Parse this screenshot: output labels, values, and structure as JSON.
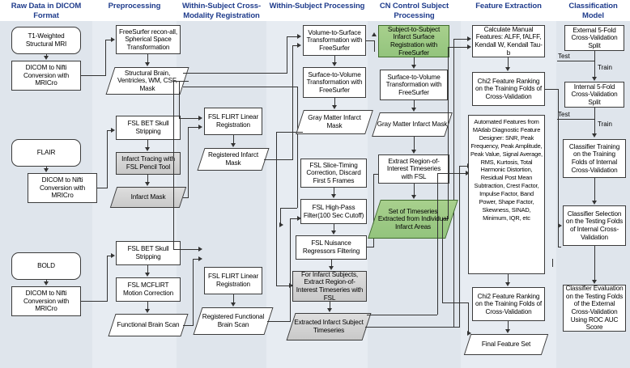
{
  "figure": {
    "title": "Neuroimaging analysis pipeline flowchart",
    "columns": [
      {
        "id": "raw",
        "label": "Raw Data in DICOM Format"
      },
      {
        "id": "prep",
        "label": "Preprocessing"
      },
      {
        "id": "crossmod",
        "label": "Within-Subject Cross-Modality Registration"
      },
      {
        "id": "within",
        "label": "Within-Subject Processing"
      },
      {
        "id": "cncontrol",
        "label": "CN Control Subject Processing"
      },
      {
        "id": "feature",
        "label": "Feature Extraction"
      },
      {
        "id": "classify",
        "label": "Classification Model"
      }
    ],
    "colors": {
      "header_text": "#1f3c8c",
      "band": "#dfe5ec",
      "band_alt": "#e7ecf2",
      "node_fill": "#ffffff",
      "node_gray": "#d2d2d2",
      "node_green": "#a8d08d",
      "stroke": "#3b3b3b"
    },
    "nodes": {
      "t1": "T1-Weighted Structural MRI",
      "t1_dicom": "DICOM to Nifti Conversion with MRICro",
      "flair": "FLAIR",
      "flair_dicom": "DICOM to Nifti Conversion with MRICro",
      "bold": "BOLD",
      "bold_dicom": "DICOM to Nifti Conversion with MRICro",
      "freesurfer_recon": "FreeSurfer recon-all, Spherical Space Transformation",
      "struct_brain": "Structural  Brain, Ventricles, WM, CSF, Mask",
      "bet_skull_1": "FSL BET Skull Stripping",
      "infarct_tracing": "Infarct Tracing with FSL Pencil Tool",
      "infarct_mask": "Infarct Mask",
      "bet_skull_2": "FSL BET Skull Stripping",
      "mcflirt": "FSL MCFLIRT Motion Correction",
      "func_brain_scan": "Functional Brain Scan",
      "flirt_1": "FSL FLIRT Linear Registration",
      "reg_infarct_mask": "Registered Infarct Mask",
      "flirt_2": "FSL FLIRT Linear Registration",
      "reg_func_scan": "Registered Functional Brain Scan",
      "vol2surf": "Volume-to-Surface Transformation with FreeSurfer",
      "surf2vol_1": "Surface-to-Volume Transformation with FreeSurfer",
      "gm_infarct_1": "Gray Matter Infarct Mask",
      "slice_timing": "FSL Slice-Timing Correction, Discard First 5 Frames",
      "highpass": "FSL High-Pass Filter(100 Sec Cutoff)",
      "nuisance": "FSL Nuisance Regressors Filtering",
      "extract_infarct": "For Infarct Subjects, Extract Region-of-Interest Timeseries with FSL",
      "extracted_ts": "Extracted Infarct Subject Timeseries",
      "subj2subj": "Subject-to-Subject Infarct Surface Registration with FreeSurfer",
      "surf2vol_2": "Surface-to-Volume Transformation with FreeSurfer",
      "gm_infarct_2": "Gray Matter Infarct Mask",
      "extract_roi": "Extract Region-of-Interest Timeseries with FSL",
      "set_timeseries": "Set of Timeseries Extracted from Individual Infarct Areas",
      "manual_features": "Calculate Manual Features: ALFF, fALFF, Kendall W, Kendall Tau-b",
      "chi2_1": "Chi2 Feature Ranking on the Training Folds of Cross-Validation",
      "automated_features": "Automated Features from MAtlab Diagnostic Feature Designer: SNR, Peak Frequency, Peak Amplitude, Peak Value, Signal Average, RMS, Kurtosis, Total Harmonic Distortion, Residual Post Mean Subtraction, Crest Factor, Impulse Factor, Band Power, Shape Factor, Skewness, SINAD, Minimum, IQR, etc",
      "chi2_2": "Chi2 Feature Ranking on the Training Folds of Cross-Validation",
      "final_feature_set": "Final Feature Set",
      "external_cv": "External 5-Fold Cross-Validation Split",
      "internal_cv": "Internal 5-Fold Cross-Validation Split",
      "clf_training": "Classifier Training on the Training Folds of Internal Cross-Validation",
      "clf_selection": "Classifier Selection on the Testing Folds of Internal Cross-Validation",
      "clf_evaluation": "Classifier Evaluation on the Testing Folds of the External Cross-Validation Using ROC AUC Score"
    },
    "edge_labels": {
      "test_1": "Test",
      "train_1": "Train",
      "test_2": "Test",
      "train_2": "Train"
    }
  }
}
